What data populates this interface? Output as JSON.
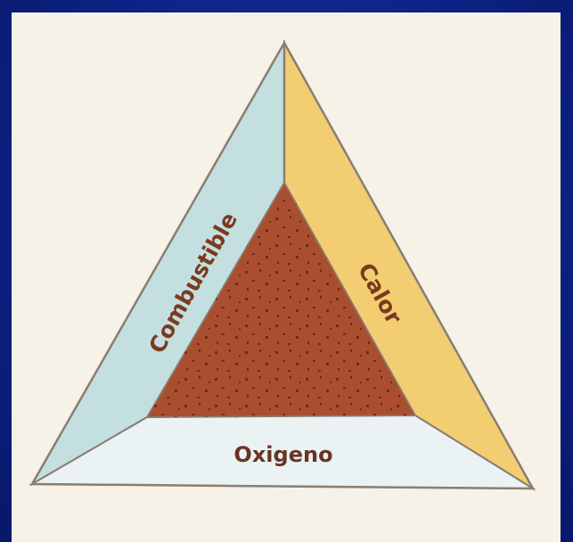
{
  "diagram": {
    "labels": {
      "left": "Combustible",
      "right": "Calor",
      "bottom": "Oxigeno"
    },
    "colors": {
      "background": "#0d2488",
      "panel": "#f6f2e7",
      "left_face": "#c3dfe0",
      "right_face": "#f3cd72",
      "bottom_face": "#eaf2f4",
      "center_face": "#a94f30",
      "center_dots": "#6e2c17",
      "outline": "#8a7e72",
      "label_text": "#7a3a1e"
    }
  }
}
